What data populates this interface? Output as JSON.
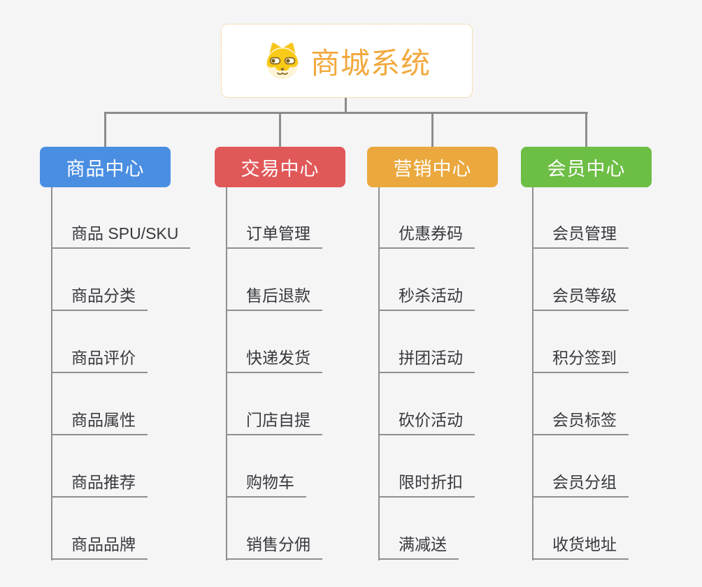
{
  "root": {
    "title": "商城系统",
    "icon": "doge-icon"
  },
  "colors": {
    "background": "#f5f5f6",
    "connector": "#8c8c8c",
    "root_text": "#f2a93f",
    "root_border": "#f0bd6b",
    "child_text": "#37393d",
    "branch_text": "#ffffff"
  },
  "branches": [
    {
      "label": "商品中心",
      "color": "#4a8ee2",
      "children": [
        "商品 SPU/SKU",
        "商品分类",
        "商品评价",
        "商品属性",
        "商品推荐",
        "商品品牌"
      ]
    },
    {
      "label": "交易中心",
      "color": "#e15859",
      "children": [
        "订单管理",
        "售后退款",
        "快递发货",
        "门店自提",
        "购物车",
        "销售分佣"
      ]
    },
    {
      "label": "营销中心",
      "color": "#eaa83e",
      "children": [
        "优惠券码",
        "秒杀活动",
        "拼团活动",
        "砍价活动",
        "限时折扣",
        "满减送"
      ]
    },
    {
      "label": "会员中心",
      "color": "#6dbe45",
      "children": [
        "会员管理",
        "会员等级",
        "积分签到",
        "会员标签",
        "会员分组",
        "收货地址"
      ]
    }
  ]
}
